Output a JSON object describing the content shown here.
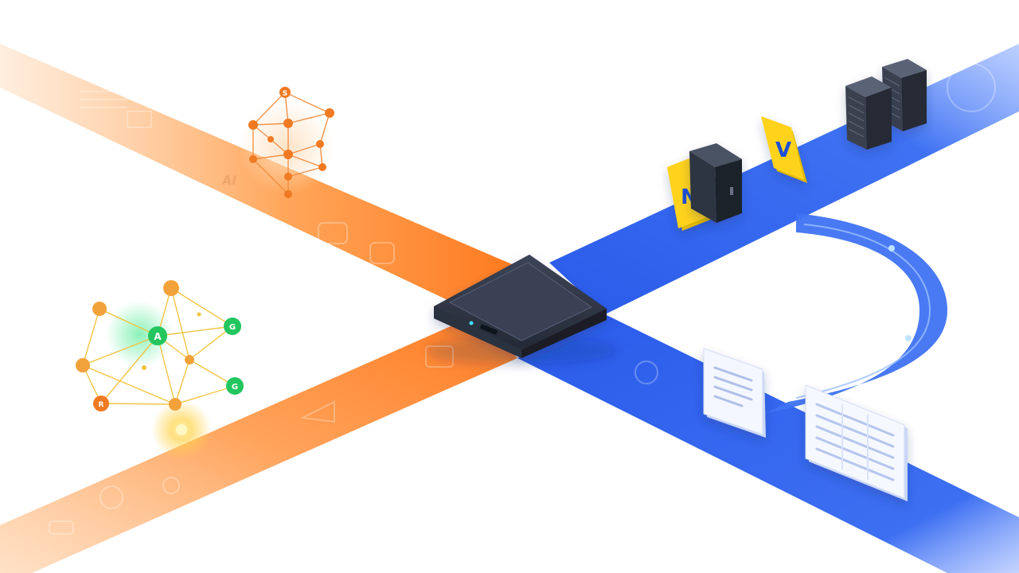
{
  "colors": {
    "orange": "#ff7a1f",
    "orange_light": "#ffc28a",
    "blue": "#2f63ee",
    "blue_light": "#6f9bff",
    "hub_dark": "#2b3140",
    "yellow": "#ffd21a",
    "green": "#22c55e",
    "node_orange": "#f07a22",
    "server": "#3a4150"
  },
  "labels": {
    "ai": "AI",
    "node_top": "S",
    "node_a": "A",
    "node_g": "G",
    "node_b": "G",
    "node_r": "R",
    "tile_n": "N",
    "tile_v": "V"
  },
  "icons": {
    "hub": "gateway-hub-icon",
    "tile_n": "n-tile-icon",
    "tile_v": "v-tile-icon",
    "tower": "server-tower-icon",
    "rack": "server-rack-icon",
    "doc": "document-card-icon",
    "table": "table-card-icon"
  }
}
